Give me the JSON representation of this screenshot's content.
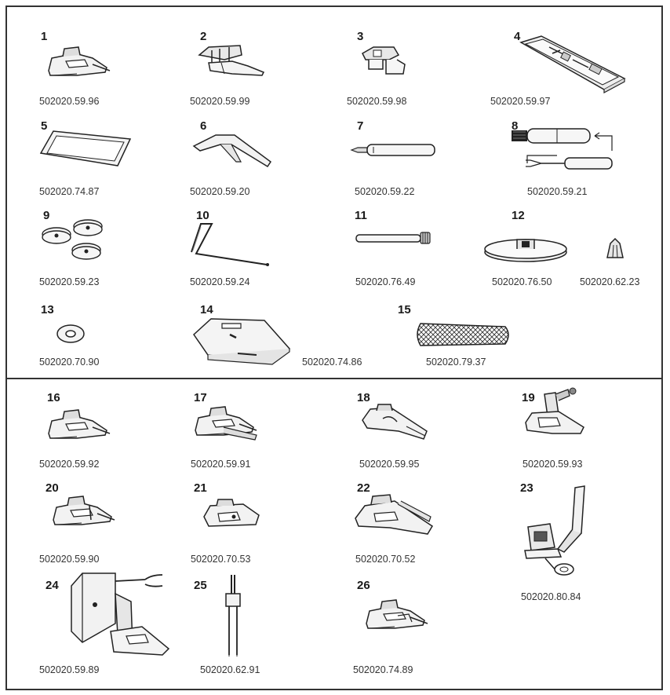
{
  "items": [
    {
      "num": "1",
      "code": "502020.59.96"
    },
    {
      "num": "2",
      "code": "502020.59.99"
    },
    {
      "num": "3",
      "code": "502020.59.98"
    },
    {
      "num": "4",
      "code": "502020.59.97"
    },
    {
      "num": "5",
      "code": "502020.74.87"
    },
    {
      "num": "6",
      "code": "502020.59.20"
    },
    {
      "num": "7",
      "code": "502020.59.22"
    },
    {
      "num": "8",
      "code": "502020.59.21"
    },
    {
      "num": "9",
      "code": "502020.59.23"
    },
    {
      "num": "10",
      "code": "502020.59.24"
    },
    {
      "num": "11",
      "code": "502020.76.49"
    },
    {
      "num": "12",
      "code": "502020.76.50",
      "code2": "502020.62.23"
    },
    {
      "num": "13",
      "code": "502020.70.90"
    },
    {
      "num": "14",
      "code": "502020.74.86"
    },
    {
      "num": "15",
      "code": "502020.79.37"
    },
    {
      "num": "16",
      "code": "502020.59.92"
    },
    {
      "num": "17",
      "code": "502020.59.91"
    },
    {
      "num": "18",
      "code": "502020.59.95"
    },
    {
      "num": "19",
      "code": "502020.59.93"
    },
    {
      "num": "20",
      "code": "502020.59.90"
    },
    {
      "num": "21",
      "code": "502020.70.53"
    },
    {
      "num": "22",
      "code": "502020.70.52"
    },
    {
      "num": "23",
      "code": "502020.80.84"
    },
    {
      "num": "24",
      "code": "502020.59.89"
    },
    {
      "num": "25",
      "code": "502020.62.91"
    },
    {
      "num": "26",
      "code": "502020.74.89"
    }
  ]
}
